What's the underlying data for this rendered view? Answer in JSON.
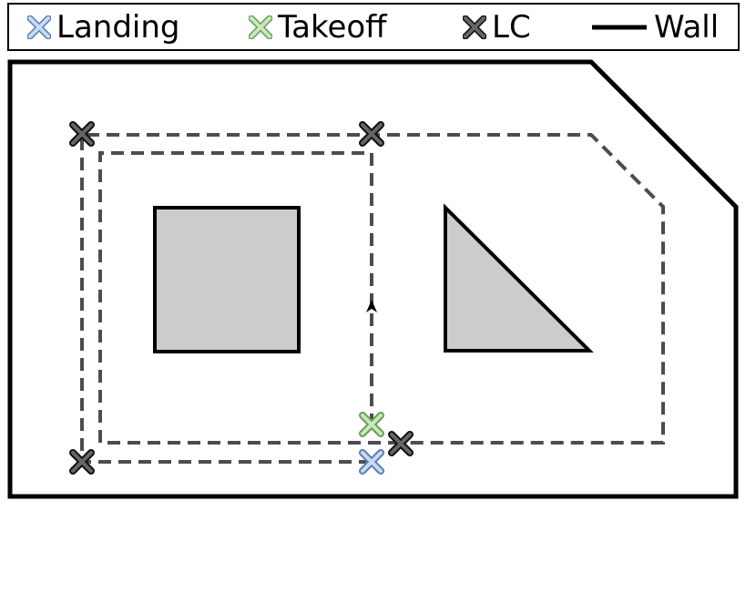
{
  "legend": {
    "landing": "Landing",
    "takeoff": "Takeoff",
    "lc": "LC",
    "wall": "Wall"
  },
  "colors": {
    "landing": "#9db8e0",
    "takeoff": "#a8d49a",
    "lc": "#555555",
    "wall": "#000000",
    "obstacle": "#cccccc",
    "path": "#4d4d4d"
  },
  "icons": {
    "landing": "cross-marker-icon",
    "takeoff": "cross-marker-icon",
    "lc": "cross-marker-icon",
    "wall": "solid-line-icon",
    "direction": "arrowhead-up-icon"
  }
}
